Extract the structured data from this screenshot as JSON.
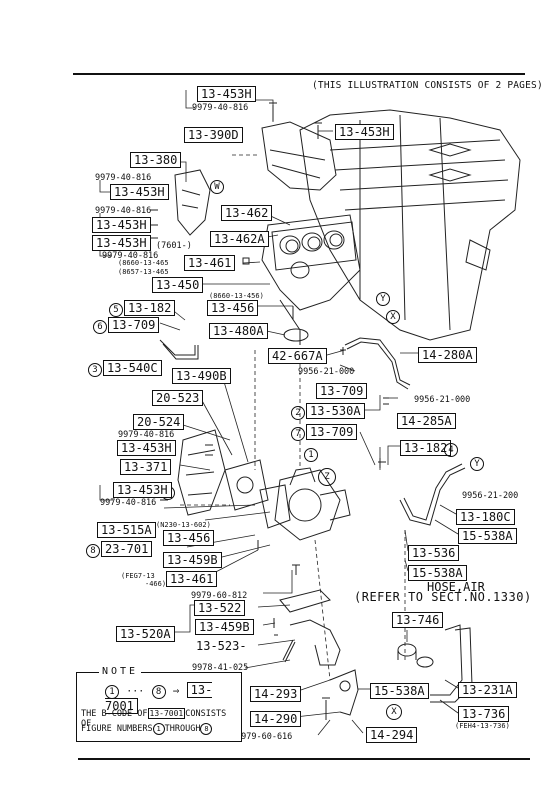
{
  "header": {
    "note": "(THIS ILLUSTRATION CONSISTS OF  2 PAGES)"
  },
  "labels": {
    "p13_453H_top": "13-453H",
    "p9979_40_816_top": "9979-40-816",
    "p13_390D": "13-390D",
    "p13_453H_right": "13-453H",
    "p13_380": "13-380",
    "p9979_40_816_a": "9979-40-816",
    "p13_453H_a": "13-453H",
    "p9979_40_816_b": "9979-40-816",
    "p13_453H_b": "13-453H",
    "p13_453H_c": "13-453H",
    "p9979_40_816_c": "9979-40-816",
    "p7601": "(7601-)",
    "p8660": "(8660-13-465",
    "p8657": "(8657-13-465",
    "p13_462": "13-462",
    "p13_462A": "13-462A",
    "p13_461_top": "13-461",
    "p13_450": "13-450",
    "p8660_456": "(8660-13-456)",
    "p13_456_top": "13-456",
    "p13_182_left": "13-182",
    "p13_709_left": "13-709",
    "p13_480A": "13-480A",
    "p42_667A": "42-667A",
    "p14_280A": "14-280A",
    "p13_540C": "13-540C",
    "p9956_21_000_a": "9956-21-000",
    "p13_490B": "13-490B",
    "p13_709_mid": "13-709",
    "p9956_21_000_b": "9956-21-000",
    "p20_523": "20-523",
    "p13_530A": "13-530A",
    "p14_285A": "14-285A",
    "p20_524": "20-524",
    "p9979_40_816_d": "9979-40-816",
    "p13_709_mid2": "13-709",
    "p13_453H_d": "13-453H",
    "p13_182_right": "13-182",
    "p13_371": "13-371",
    "p13_453H_e": "13-453H",
    "p9979_40_816_e": "9979-40-816",
    "p9956_21_200": "9956-21-200",
    "p13_515A": "13-515A",
    "pN230": "(N230-13-602)",
    "p13_456_mid": "13-456",
    "p23_701": "23-701",
    "p13_180C": "13-180C",
    "p15_538A_a": "15-538A",
    "p13_536": "13-536",
    "p13_459B_a": "13-459B",
    "p15_538A_b": "15-538A",
    "hose_air": "HOSE,AIR",
    "refer": "(REFER TO SECT.NO.1330)",
    "pFEG7": "(FEG7-13",
    "p466": "-466)",
    "p13_461_mid": "13-461",
    "p9979_60_812": "9979-60-812",
    "p13_522": "13-522",
    "p13_746": "13-746",
    "p13_459B_b": "13-459B",
    "p13_520A": "13-520A",
    "p13_523": "13-523-",
    "p9978_41_025": "9978-41-025",
    "p14_293": "14-293",
    "p15_538A_c": "15-538A",
    "p13_231A": "13-231A",
    "p14_290": "14-290",
    "p13_736": "13-736",
    "pFEH4": "(FEH4-13-736)",
    "p9979_60_616": "9979-60-616",
    "p14_294": "14-294"
  },
  "callouts": {
    "W_top": "W",
    "Y_mid": "Y",
    "X_mid": "X",
    "c5": "5",
    "c6": "6",
    "c3": "3",
    "c2": "2",
    "c7": "7",
    "c1": "1",
    "c4": "4",
    "Z": "Z",
    "W_mid": "W",
    "Y_right": "Y",
    "c8": "8",
    "X_bottom": "X"
  },
  "note": {
    "title": "NOTE",
    "range_from": "1",
    "range_to": "8",
    "code": "13-7001",
    "line1_a": "THE B-CODE OF",
    "line1_code": "13-7001",
    "line1_b": "CONSISTS OF",
    "line2_a": "FIGURE NUMBERS",
    "line2_from": "1",
    "line2_mid": "THROUGH",
    "line2_to": "8"
  }
}
